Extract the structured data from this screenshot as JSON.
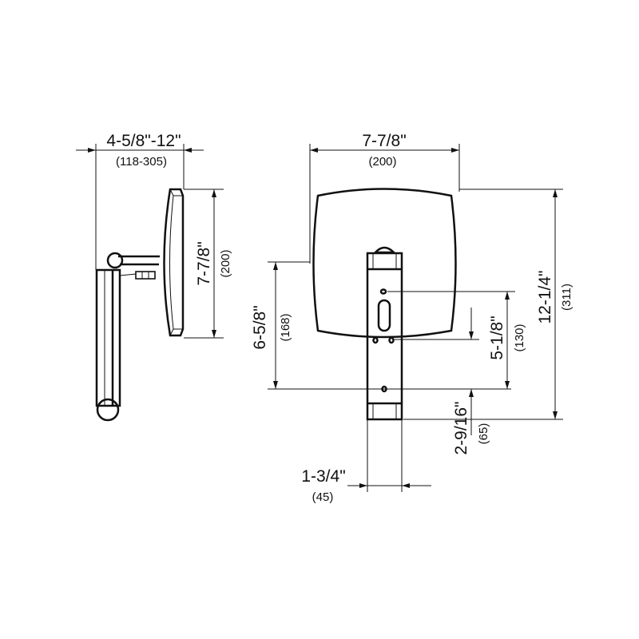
{
  "side_view": {
    "projection": {
      "inch": "4-5/8\"-12\"",
      "mm": "(118-305)"
    },
    "mirror_height": {
      "inch": "7-7/8\"",
      "mm": "(200)"
    }
  },
  "front_view": {
    "mirror_width": {
      "inch": "7-7/8\"",
      "mm": "(200)"
    },
    "total_height": {
      "inch": "12-1/4\"",
      "mm": "(311)"
    },
    "mount_height": {
      "inch": "6-5/8\"",
      "mm": "(168)"
    },
    "hole_spacing": {
      "inch": "5-1/8\"",
      "mm": "(130)"
    },
    "bottom_offset": {
      "inch": "2-9/16\"",
      "mm": "(65)"
    },
    "bracket_width": {
      "inch": "1-3/4\"",
      "mm": "(45)"
    }
  }
}
